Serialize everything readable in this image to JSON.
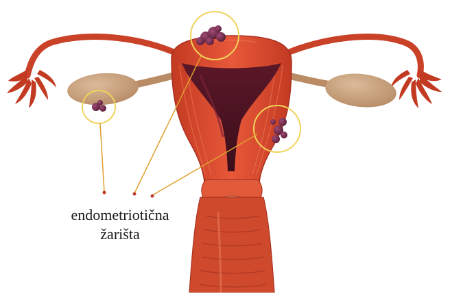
{
  "caption": {
    "line1": "endometriotična",
    "line2": "žarišta"
  },
  "colors": {
    "muscle": "#d9452b",
    "muscle_dark": "#b83420",
    "muscle_light": "#ee6a4a",
    "cavity": "#4e1422",
    "cavity_light": "#7a2236",
    "ovary": "#cfa884",
    "ovary_shade": "#b88d68",
    "lesion": "#6e2a45",
    "lesion_light": "#96406a",
    "highlight_circle": "#f0d35a",
    "pointer_line": "#e0a030",
    "pointer_dot": "#c0392b"
  },
  "icons": [
    "highlight-circle",
    "pointer-line"
  ]
}
